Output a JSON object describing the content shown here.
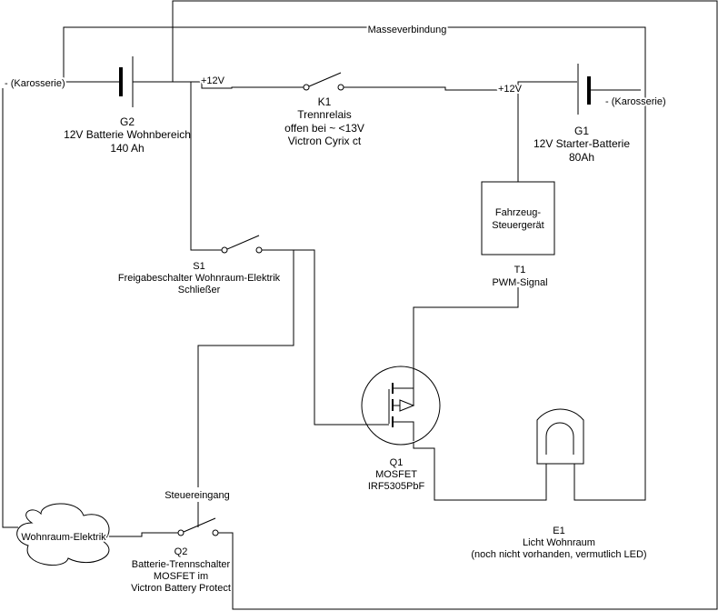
{
  "ground_connection": "Masseverbindung",
  "g2": {
    "ref": "G2",
    "desc": "12V Batterie Wohnbereich",
    "capacity": "140 Ah",
    "minus_label": "- (Karosserie)",
    "plus_label": "+12V"
  },
  "g1": {
    "ref": "G1",
    "desc": "12V Starter-Batterie",
    "capacity": "80Ah",
    "minus_label": "- (Karosserie)",
    "plus_label": "+12V"
  },
  "k1": {
    "ref": "K1",
    "desc": "Trennrelais",
    "condition": "offen bei ~ <13V",
    "model": "Victron Cyrix ct"
  },
  "s1": {
    "ref": "S1",
    "desc": "Freigabeschalter Wohnraum-Elektrik",
    "type": "Schließer"
  },
  "ecu": {
    "line1": "Fahrzeug-",
    "line2": "Steuergerät"
  },
  "t1": {
    "ref": "T1",
    "desc": "PWM-Signal"
  },
  "q1": {
    "ref": "Q1",
    "desc": "MOSFET",
    "model": "IRF5305PbF"
  },
  "e1": {
    "ref": "E1",
    "desc": "Licht Wohnraum",
    "note": "(noch nicht vorhanden, vermutlich LED)"
  },
  "q2": {
    "ref": "Q2",
    "desc": "Batterie-Trennschalter",
    "line2": "MOSFET im",
    "line3": "Victron Battery Protect",
    "control_input": "Steuereingang"
  },
  "cloud": {
    "label": "Wohnraum-Elektrik"
  }
}
